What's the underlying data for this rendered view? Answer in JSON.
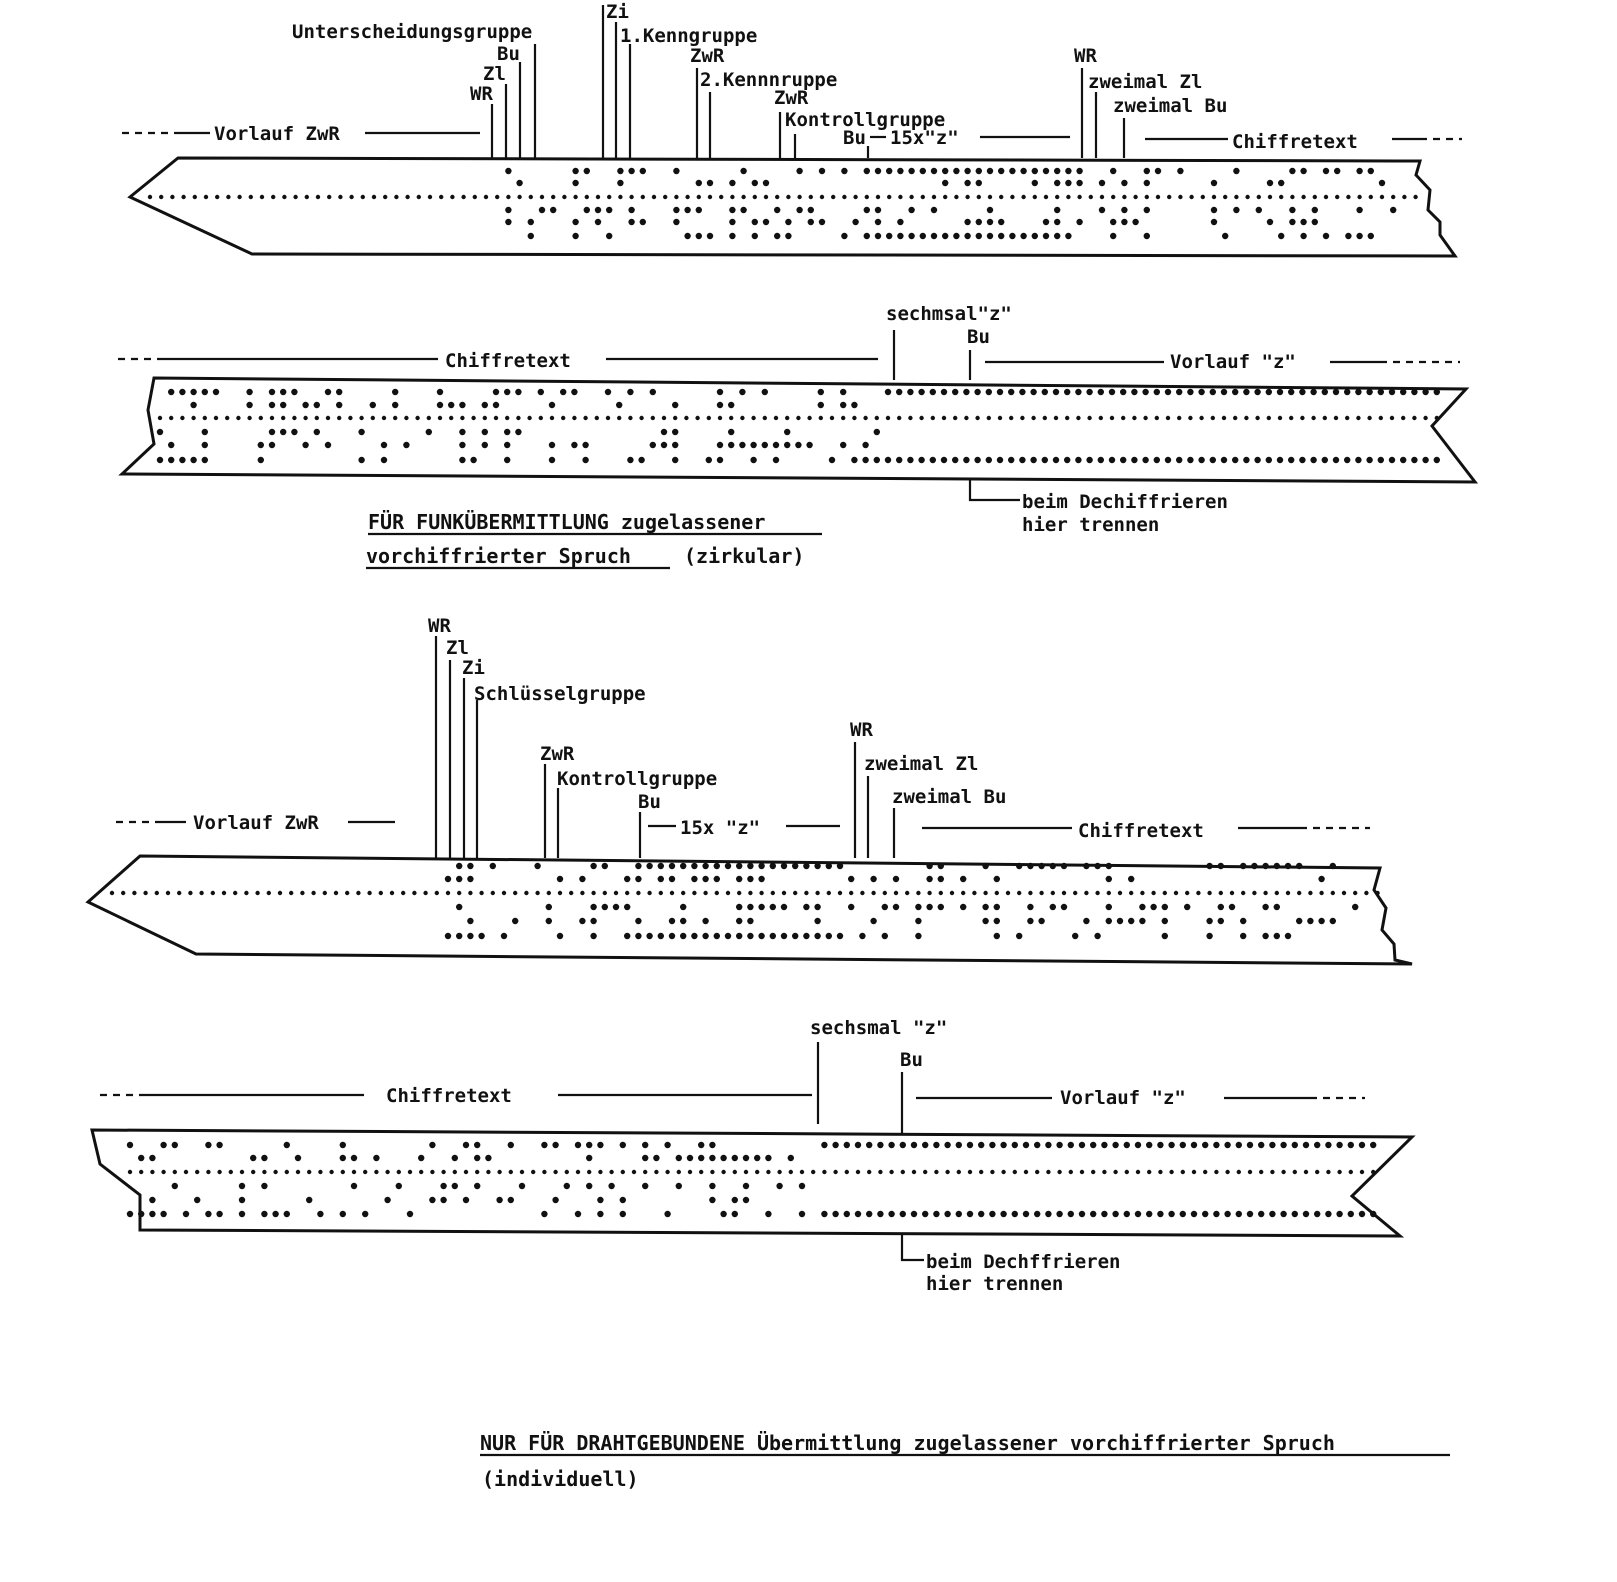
{
  "diagram_1": {
    "labels": {
      "unterscheidungsgruppe": "Unterscheidungsgruppe",
      "zi_top": "Zi",
      "kenngruppe1": "1.Kenngruppe",
      "bu_a": "Bu",
      "zwr_a": "ZwR",
      "zl_a": "Zl",
      "kenngruppe2": "2.Kennnruppe",
      "wr_a": "WR",
      "zwr_b": "ZwR",
      "kontrollgruppe": "Kontrollgruppe",
      "bu_b": "Bu",
      "fifteen_z": "15x\"z\"",
      "wr_b": "WR",
      "zweimal_zl": "zweimal Zl",
      "zweimal_bu": "zweimal Bu",
      "vorlauf": "Vorlauf ZwR",
      "chiffretext": "Chiffretext"
    }
  },
  "diagram_2": {
    "labels": {
      "sechsmal_z": "sechmsal\"z\"",
      "bu": "Bu",
      "chiffretext": "Chiffretext",
      "vorlauf_z": "Vorlauf \"z\"",
      "trennen_1": "beim Dechiffrieren",
      "trennen_2": "hier trennen"
    },
    "caption_1": "FÜR FUNKÜBERMITTLUNG zugelassener",
    "caption_2": "vorchiffrierter Spruch",
    "caption_3": "(zirkular)"
  },
  "diagram_3": {
    "labels": {
      "wr_a": "WR",
      "zl_a": "Zl",
      "zi_a": "Zi",
      "schluesselgruppe": "Schlüsselgruppe",
      "zwr": "ZwR",
      "kontrollgruppe": "Kontrollgruppe",
      "bu_a": "Bu",
      "fifteen_z": "15x \"z\"",
      "wr_b": "WR",
      "zweimal_zl": "zweimal Zl",
      "zweimal_bu": "zweimal Bu",
      "vorlauf": "Vorlauf ZwR",
      "chiffretext": "Chiffretext"
    }
  },
  "diagram_4": {
    "labels": {
      "sechsmal_z": "sechsmal \"z\"",
      "bu": "Bu",
      "chiffretext": "Chiffretext",
      "vorlauf_z": "Vorlauf \"z\"",
      "trennen_1": "beim Dechffrieren",
      "trennen_2": "hier trennen"
    },
    "caption_1": "NUR FÜR DRAHTGEBUNDENE Übermittlung zugelassener vorchiffrierter Spruch",
    "caption_2": "(individuell)"
  }
}
